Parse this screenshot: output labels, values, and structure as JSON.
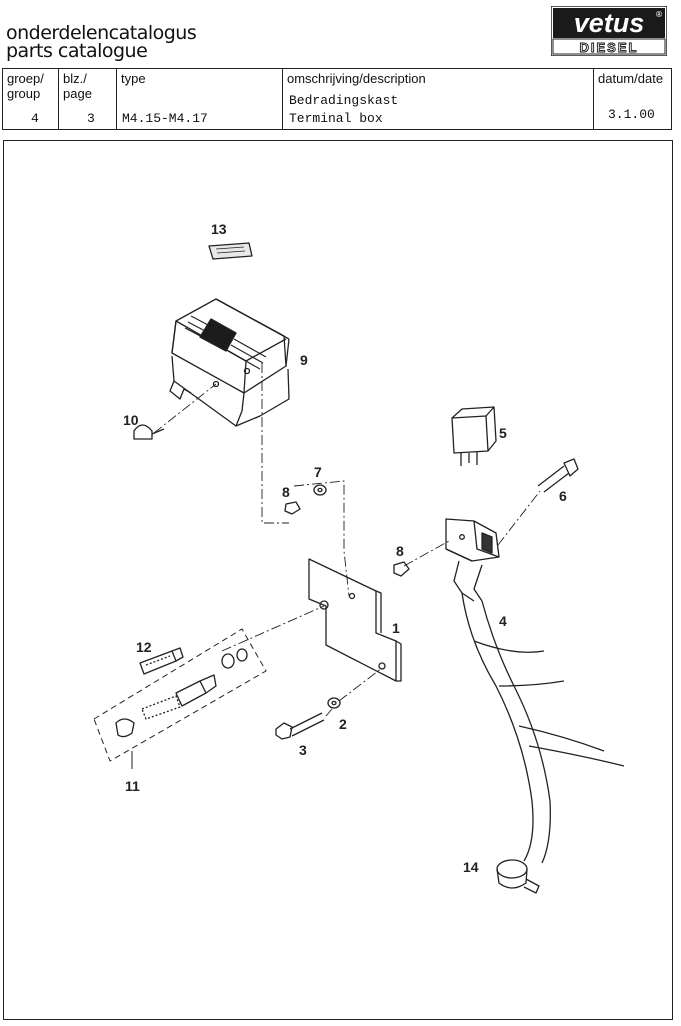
{
  "header": {
    "title_nl": "onderdelencatalogus",
    "title_en": "parts catalogue",
    "logo_top": "vetus",
    "logo_bottom": "DIESEL",
    "logo_registered": "®"
  },
  "info": {
    "group_label_1": "groep/",
    "group_label_2": "group",
    "group_value": "4",
    "page_label_1": "blz./",
    "page_label_2": "page",
    "page_value": "3",
    "type_label": "type",
    "type_value": "M4.15-M4.17",
    "desc_label": "omschrijving/description",
    "desc_nl": "Bedradingskast",
    "desc_en": "Terminal box",
    "date_label": "datum/date",
    "date_value": "3.1.00"
  },
  "callouts": [
    "1",
    "2",
    "3",
    "4",
    "5",
    "6",
    "7",
    "8",
    "8",
    "9",
    "10",
    "11",
    "12",
    "13",
    "14"
  ]
}
